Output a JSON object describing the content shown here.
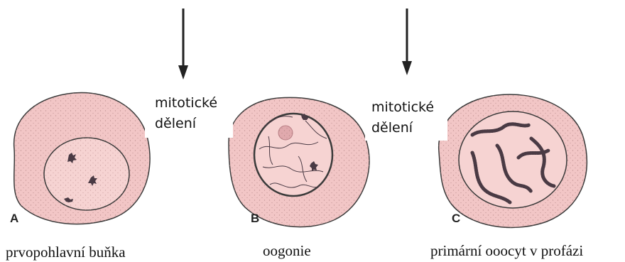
{
  "arrows": [
    {
      "name": "arrow-1"
    },
    {
      "name": "arrow-2"
    }
  ],
  "process_labels": [
    {
      "line1": "mitotické",
      "line2": "dělení"
    },
    {
      "line1": "mitotické",
      "line2": "dělení"
    }
  ],
  "cells": [
    {
      "letter": "A",
      "caption": "prvopohlavní buňka"
    },
    {
      "letter": "B",
      "caption": "oogonie"
    },
    {
      "letter": "C",
      "caption": "primární ooocyt v profázi"
    }
  ],
  "colors": {
    "cytoplasm": "#f2c6c6",
    "nucleus": "#f6d3d2",
    "outline": "#3a3a3a",
    "chromatin": "#4a3a44"
  }
}
